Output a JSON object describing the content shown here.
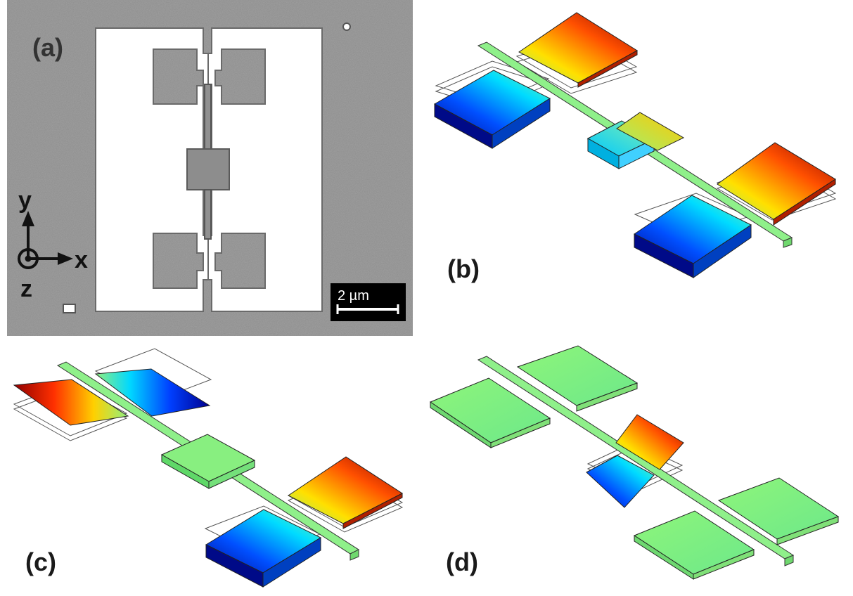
{
  "panels": {
    "a": {
      "label": "(a)"
    },
    "b": {
      "label": "(b)"
    },
    "c": {
      "label": "(c)"
    },
    "d": {
      "label": "(d)"
    }
  },
  "axes": {
    "y": "y",
    "x": "x",
    "z": "z"
  },
  "scale_bar": {
    "text": "2 µm"
  },
  "colors": {
    "sem_background": "#8f8f8f",
    "sem_structure": "#ffffff",
    "mode_low": "#00008f",
    "mode_mid": "#7fff7f",
    "mode_high": "#8f0000",
    "neutral_green": "#7ff07a"
  }
}
